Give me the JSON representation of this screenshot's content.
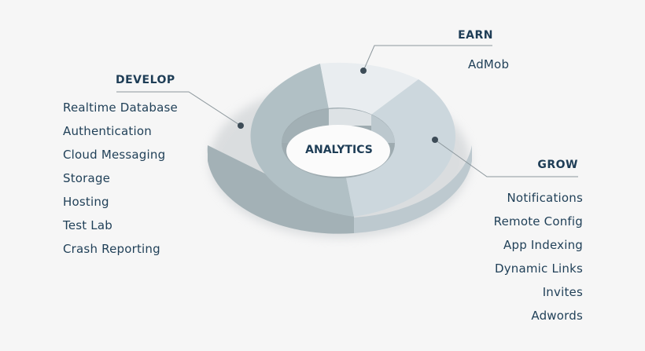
{
  "diagram": {
    "center_label": "ANALYTICS",
    "segments": [
      {
        "name": "DEVELOP",
        "color": "#b1c0c5",
        "side_color": "#a2b0b5"
      },
      {
        "name": "EARN",
        "color": "#e9edf0",
        "side_color": "#dde2e5"
      },
      {
        "name": "GROW",
        "color": "#ccd7dd",
        "side_color": "#bcc8ce"
      }
    ]
  },
  "develop": {
    "title": "DEVELOP",
    "items": [
      "Realtime Database",
      "Authentication",
      "Cloud Messaging",
      "Storage",
      "Hosting",
      "Test Lab",
      "Crash Reporting"
    ]
  },
  "earn": {
    "title": "EARN",
    "items": [
      "AdMob"
    ]
  },
  "grow": {
    "title": "GROW",
    "items": [
      "Notifications",
      "Remote Config",
      "App Indexing",
      "Dynamic Links",
      "Invites",
      "Adwords"
    ]
  },
  "colors": {
    "text": "#1f3f57",
    "leader_line": "#8c979c",
    "dot": "#3d4c57",
    "background": "#f6f6f6"
  }
}
